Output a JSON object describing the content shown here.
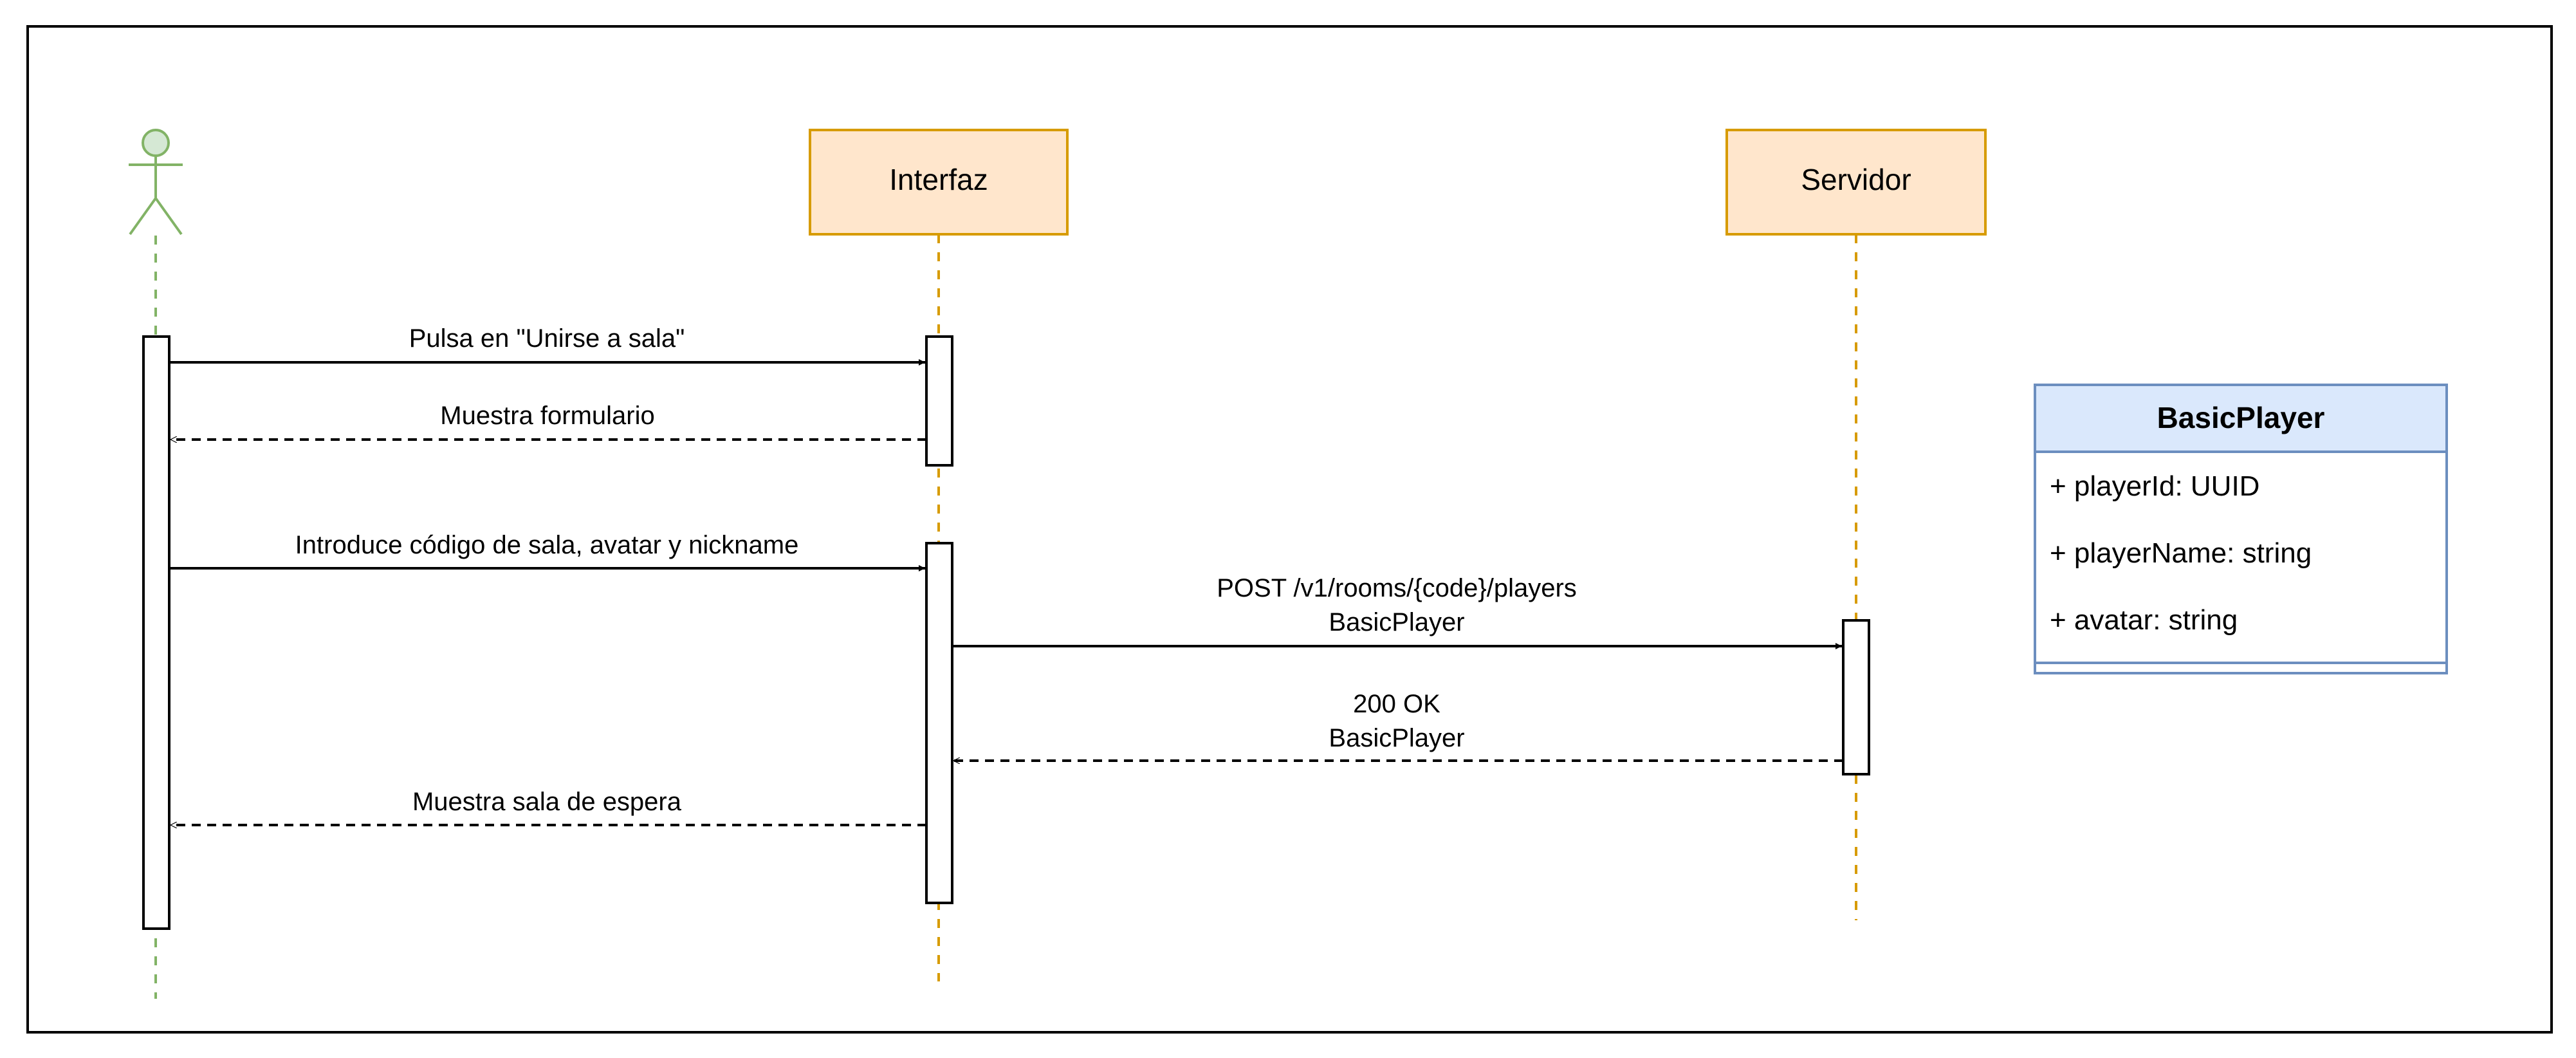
{
  "participants": [
    {
      "id": "actor",
      "kind": "actor",
      "label": ""
    },
    {
      "id": "interfaz",
      "kind": "box",
      "label": "Interfaz"
    },
    {
      "id": "servidor",
      "kind": "box",
      "label": "Servidor"
    }
  ],
  "messages": [
    {
      "id": "msg-1",
      "from": "actor",
      "to": "interfaz",
      "style": "solid",
      "lines": [
        "Pulsa en \"Unirse a sala\""
      ]
    },
    {
      "id": "msg-2",
      "from": "interfaz",
      "to": "actor",
      "style": "dashed",
      "lines": [
        "Muestra formulario"
      ]
    },
    {
      "id": "msg-3",
      "from": "actor",
      "to": "interfaz",
      "style": "solid",
      "lines": [
        "Introduce código de sala, avatar y nickname"
      ]
    },
    {
      "id": "msg-4",
      "from": "interfaz",
      "to": "servidor",
      "style": "solid",
      "lines": [
        "POST /v1/rooms/{code}/players",
        "BasicPlayer"
      ]
    },
    {
      "id": "msg-5",
      "from": "servidor",
      "to": "interfaz",
      "style": "dashed",
      "lines": [
        "200 OK",
        "BasicPlayer"
      ]
    },
    {
      "id": "msg-6",
      "from": "interfaz",
      "to": "actor",
      "style": "dashed",
      "lines": [
        "Muestra sala de espera"
      ]
    }
  ],
  "class_box": {
    "name": "BasicPlayer",
    "attributes": [
      "+ playerId: UUID",
      "+ playerName: string",
      "+ avatar: string"
    ]
  },
  "colors": {
    "frame": "#000000",
    "participant_fill": "#ffe6cc",
    "participant_stroke": "#d79b00",
    "actor_fill": "#d5e8d4",
    "actor_stroke": "#82b366",
    "class_header_fill": "#dae8fc",
    "class_stroke": "#6c8ebf",
    "activation_fill": "#ffffff"
  }
}
